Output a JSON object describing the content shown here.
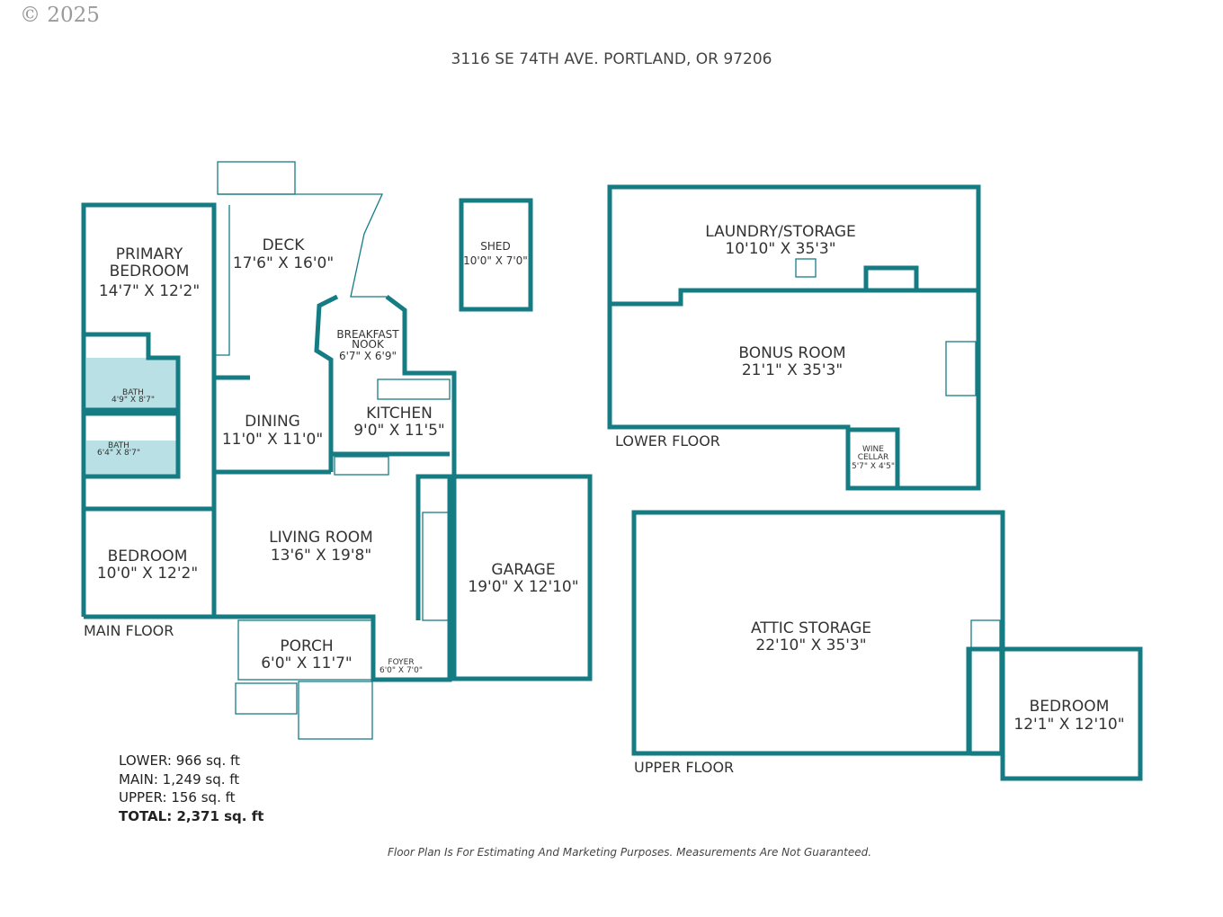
{
  "copyright": "© 2025",
  "address": "3116 SE 74TH AVE. PORTLAND, OR 97206",
  "colors": {
    "wall": "#167c84",
    "bath_fill": "#b9e0e4",
    "shaded_fill": "#e6e6e6"
  },
  "main_floor": {
    "label": "MAIN FLOOR",
    "rooms": {
      "primary_bedroom": {
        "name1": "PRIMARY",
        "name2": "BEDROOM",
        "dims": "14'7\" X 12'2\""
      },
      "deck": {
        "name": "DECK",
        "dims": "17'6\" X 16'0\""
      },
      "breakfast_nook": {
        "name1": "BREAKFAST",
        "name2": "NOOK",
        "dims": "6'7\" X 6'9\""
      },
      "bath1": {
        "name": "BATH",
        "dims": "4'9\" X 8'7\""
      },
      "bath2": {
        "name": "BATH",
        "dims": "6'4\" X 8'7\""
      },
      "dining": {
        "name": "DINING",
        "dims": "11'0\" X 11'0\""
      },
      "kitchen": {
        "name": "KITCHEN",
        "dims": "9'0\" X 11'5\""
      },
      "bedroom": {
        "name": "BEDROOM",
        "dims": "10'0\" X 12'2\""
      },
      "living_room": {
        "name": "LIVING ROOM",
        "dims": "13'6\" X 19'8\""
      },
      "garage": {
        "name": "GARAGE",
        "dims": "19'0\" X 12'10\""
      },
      "porch": {
        "name": "PORCH",
        "dims": "6'0\" X 11'7\""
      },
      "foyer": {
        "name": "FOYER",
        "dims": "6'0\" X 7'0\""
      },
      "shed": {
        "name": "SHED",
        "dims": "10'0\" X 7'0\""
      }
    }
  },
  "lower_floor": {
    "label": "LOWER FLOOR",
    "rooms": {
      "laundry": {
        "name": "LAUNDRY/STORAGE",
        "dims": "10'10\" X 35'3\""
      },
      "bonus": {
        "name": "BONUS ROOM",
        "dims": "21'1\" X 35'3\""
      },
      "wine": {
        "name1": "WINE",
        "name2": "CELLAR",
        "dims": "5'7\" X 4'5\""
      }
    }
  },
  "upper_floor": {
    "label": "UPPER FLOOR",
    "rooms": {
      "attic": {
        "name": "ATTIC STORAGE",
        "dims": "22'10\" X 35'3\""
      },
      "bedroom": {
        "name": "BEDROOM",
        "dims": "12'1\" X 12'10\""
      }
    }
  },
  "totals": {
    "lower": "LOWER: 966 sq. ft",
    "main": "MAIN: 1,249 sq. ft",
    "upper": "UPPER: 156 sq. ft",
    "total": "TOTAL: 2,371 sq. ft"
  },
  "disclaimer": "Floor Plan Is For Estimating And Marketing Purposes. Measurements Are Not Guaranteed."
}
